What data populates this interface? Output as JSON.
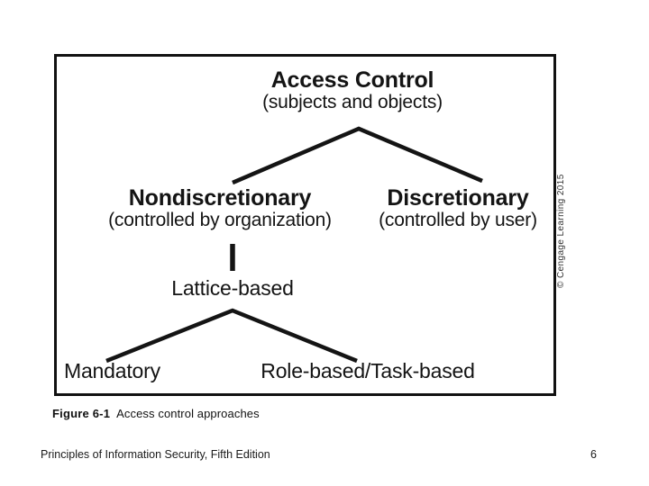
{
  "slide": {
    "background_color": "#ffffff"
  },
  "figure": {
    "border_color": "#111111",
    "caption_label": "Figure 6-1",
    "caption_text": "Access control approaches",
    "copyright": "© Cengage Learning 2015",
    "diagram": {
      "type": "hierarchy-tree",
      "line_color": "#141414",
      "nodes": [
        {
          "id": "access-control",
          "title": "Access Control",
          "subtitle": "(subjects and objects)",
          "level": 0
        },
        {
          "id": "nondiscretionary",
          "title": "Nondiscretionary",
          "subtitle": "(controlled by organization)",
          "level": 1
        },
        {
          "id": "discretionary",
          "title": "Discretionary",
          "subtitle": "(controlled by user)",
          "level": 1
        },
        {
          "id": "lattice-based",
          "title": "Lattice-based",
          "subtitle": "",
          "level": 2
        },
        {
          "id": "mandatory",
          "title": "Mandatory",
          "subtitle": "",
          "level": 3
        },
        {
          "id": "role-task-based",
          "title": "Role-based/Task-based",
          "subtitle": "",
          "level": 3
        }
      ],
      "edges": [
        {
          "from": "access-control",
          "to": "nondiscretionary"
        },
        {
          "from": "access-control",
          "to": "discretionary"
        },
        {
          "from": "nondiscretionary",
          "to": "lattice-based"
        },
        {
          "from": "lattice-based",
          "to": "mandatory"
        },
        {
          "from": "lattice-based",
          "to": "role-task-based"
        }
      ]
    }
  },
  "footer": {
    "title": "Principles of Information Security, Fifth Edition",
    "page_number": "6"
  }
}
